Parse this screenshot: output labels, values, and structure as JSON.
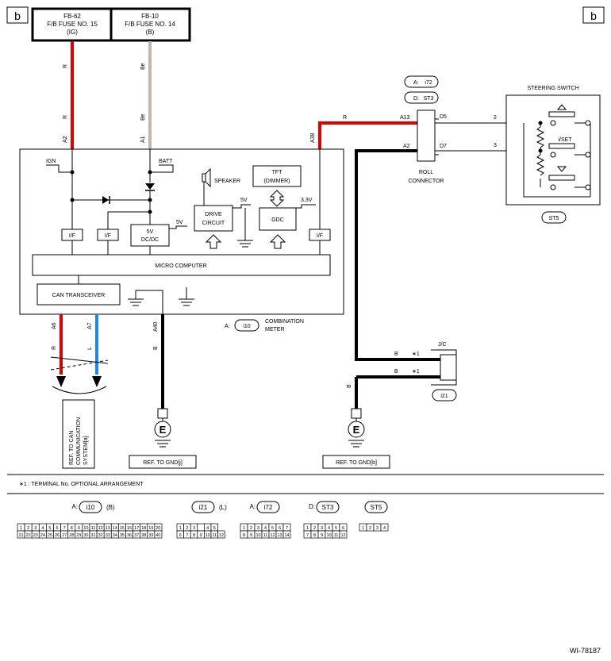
{
  "corner_labels": {
    "left": "b",
    "right": "b"
  },
  "fuse_boxes": [
    {
      "name": "FB-62",
      "line2": "F/B FUSE NO. 15",
      "line3": "(IG)"
    },
    {
      "name": "FB-10",
      "line2": "F/B FUSE NO. 14",
      "line3": "(B)"
    }
  ],
  "wires": {
    "r_top": "R",
    "r_mid": "R",
    "be_top": "Be",
    "be_mid": "Be",
    "a2": "A2",
    "a1": "A1",
    "a38": "A38",
    "r_right": "R",
    "a13": "A13",
    "a2_right": "A2",
    "a6": "A6",
    "a7": "A7",
    "a40": "A40",
    "r_bottom": "R",
    "l_bottom": "L",
    "b_bottom": "B",
    "d5": "D5",
    "d7": "D7",
    "pin2": "2",
    "pin3": "3",
    "b_jc1": "B",
    "b_jc2": "B",
    "b_down": "B",
    "opt1": "∗1",
    "opt2": "∗1"
  },
  "meter": {
    "ign": "IGN",
    "batt": "BATT",
    "speaker": "SPEAKER",
    "tft1": "TFT",
    "tft2": "(DIMMER)",
    "drive1": "DRIVE",
    "drive2": "CIRCUIT",
    "gdc": "GDC",
    "v5a": "5V",
    "v5b": "5V",
    "v33": "3.3V",
    "dcdc1": "5V",
    "dcdc2": "DC/DC",
    "if1": "I/F",
    "if2": "I/F",
    "if3": "I/F",
    "micro": "MICRO COMPUTER",
    "can": "CAN TRANSCEIVER",
    "conn_prefix": "A:",
    "conn_id": "i10",
    "name1": "COMBINATION",
    "name2": "METER"
  },
  "roll_connector": {
    "prefix_a": "A:",
    "id_a": "i72",
    "prefix_d": "D:",
    "id_d": "ST3",
    "name1": "ROLL",
    "name2": "CONNECTOR"
  },
  "steering_switch": {
    "title": "STEERING SWITCH",
    "set_label": "i/SET",
    "id": "ST5"
  },
  "jc": {
    "label": "J/C",
    "id": "i21"
  },
  "refs": {
    "can1": "REF. TO CAN",
    "can2": "COMMUNICATION",
    "can3": "SYSTEM[a]",
    "gnd_j": "REF. TO GND[j]",
    "gnd_b": "REF. TO GND[b]",
    "ground_symbol": "E"
  },
  "footnote": "∗1  : TERMINAL No. OPTIONAL ARRANGEMENT",
  "connectors": [
    {
      "prefix": "A:",
      "id": "i10",
      "suffix": "(B)",
      "row1": [
        "1",
        "2",
        "3",
        "4",
        "5",
        "6",
        "7",
        "8",
        "9",
        "10",
        "11",
        "12",
        "13",
        "14",
        "15",
        "16",
        "17",
        "18",
        "19",
        "20"
      ],
      "row2": [
        "21",
        "22",
        "23",
        "24",
        "25",
        "26",
        "27",
        "28",
        "29",
        "30",
        "31",
        "32",
        "33",
        "34",
        "35",
        "36",
        "37",
        "38",
        "39",
        "40"
      ]
    },
    {
      "prefix": "",
      "id": "i21",
      "suffix": "(L)",
      "row1": [
        "1",
        "2",
        "3",
        "",
        "4",
        "5"
      ],
      "row2": [
        "6",
        "7",
        "8",
        "9",
        "10",
        "11",
        "12"
      ]
    },
    {
      "prefix": "A:",
      "id": "i72",
      "suffix": "",
      "row1": [
        "1",
        "2",
        "3",
        "4",
        "5",
        "6",
        "7"
      ],
      "row2": [
        "8",
        "9",
        "10",
        "11",
        "12",
        "13",
        "14"
      ]
    },
    {
      "prefix": "D:",
      "id": "ST3",
      "suffix": "",
      "row1": [
        "1",
        "2",
        "3",
        "4",
        "5",
        "6"
      ],
      "row2": [
        "7",
        "8",
        "9",
        "10",
        "11",
        "12"
      ]
    },
    {
      "prefix": "",
      "id": "ST5",
      "suffix": "",
      "row1": [
        "1",
        "2",
        "3",
        "4"
      ],
      "row2": []
    }
  ],
  "doc_id": "WI-78187",
  "colors": {
    "red": "#e00000",
    "blue": "#1e88e5",
    "beige": "#c8b7a6",
    "black": "#000000"
  }
}
